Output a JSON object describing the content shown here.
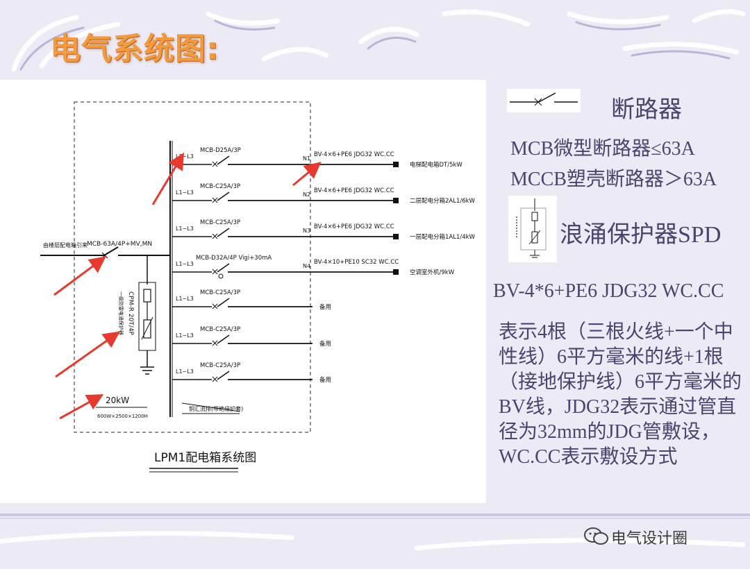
{
  "slide_title": "电气系统图:",
  "legend": {
    "breaker_label": "断路器",
    "mcb_text": "MCB微型断路器≤63A",
    "mccb_text": "MCCB塑壳断路器＞63A",
    "spd_label": "浪涌保护器SPD",
    "cable_spec": "BV-4*6+PE6 JDG32 WC.CC",
    "description": "表示4根（三根火线+一个中性线）6平方毫米的线+1根（接地保护线）6平方毫米的BV线，JDG32表示通过管直径为32mm的JDG管敷设，WC.CC表示敷设方式"
  },
  "diagram": {
    "incoming_label": "由楼层配电箱引来",
    "main_breaker": "MCB-63A/4P+MV,MN",
    "spd_model": "CPM-R 20T/4P",
    "spd_note": "一级防雷电涌保护器",
    "power": "20kW",
    "box_size": "600W×2500×1200H",
    "bus_label": "铜汇流排(带绝缘护套)",
    "caption": "LPM1配电箱系统图",
    "circuits": [
      {
        "phase": "L1~L3",
        "breaker": "MCB-D25A/3P",
        "num": "N1",
        "cable": "BV-4×6+PE6 JDG32 WC.CC",
        "load": "电梯配电箱DT/5kW"
      },
      {
        "phase": "L1~L3",
        "breaker": "MCB-C25A/3P",
        "num": "N2",
        "cable": "BV-4×6+PE6 JDG32 WC.CC",
        "load": "二层配电分箱2AL1/6kW"
      },
      {
        "phase": "L1~L3",
        "breaker": "MCB-C25A/3P",
        "num": "N3",
        "cable": "BV-4×6+PE6 JDG32 WC.CC",
        "load": "一层配电分箱1AL1/4kW"
      },
      {
        "phase": "L1~L3",
        "breaker": "MCB-D32A/4P Vigi+30mA",
        "num": "N4",
        "cable": "BV-4×10+PE10 SC32 WC.CC",
        "load": "空调室外机/9kW"
      },
      {
        "phase": "L1~L3",
        "breaker": "MCB-C25A/3P",
        "num": "",
        "cable": "",
        "load": "备用"
      },
      {
        "phase": "L1~L3",
        "breaker": "MCB-C25A/3P",
        "num": "",
        "cable": "",
        "load": "备用"
      },
      {
        "phase": "L1~L3",
        "breaker": "MCB-C25A/3P",
        "num": "",
        "cable": "",
        "load": "备用"
      }
    ]
  },
  "watermark": "电气设计圈",
  "colors": {
    "title": "#f39a3c",
    "text": "#4a4470",
    "arrow": "#e8392e",
    "background": "#eceaf5"
  }
}
